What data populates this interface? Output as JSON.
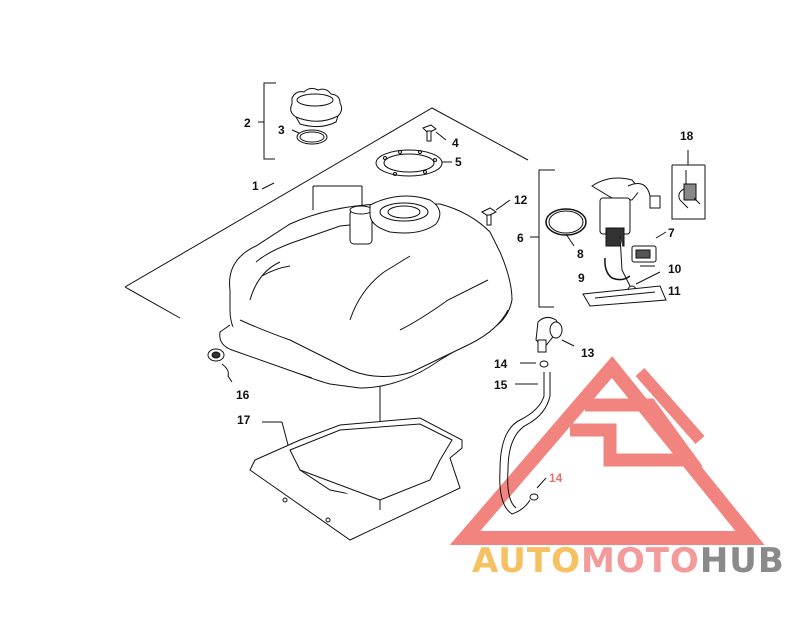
{
  "callouts": {
    "c1": "1",
    "c2": "2",
    "c3": "3",
    "c4": "4",
    "c5": "5",
    "c6": "6",
    "c7": "7",
    "c8": "8",
    "c9": "9",
    "c10": "10",
    "c11": "11",
    "c12": "12",
    "c13": "13",
    "c14a": "14",
    "c14b": "14",
    "c15": "15",
    "c16": "16",
    "c17": "17",
    "c18": "18"
  },
  "watermark": {
    "part1": "AUTO",
    "part2": "MOTO",
    "part3": "HUB",
    "colors": {
      "auto": "#f5c163",
      "moto": "#f39a9a",
      "hub": "#8a8a8a",
      "triangle": "#ee5b55"
    }
  }
}
